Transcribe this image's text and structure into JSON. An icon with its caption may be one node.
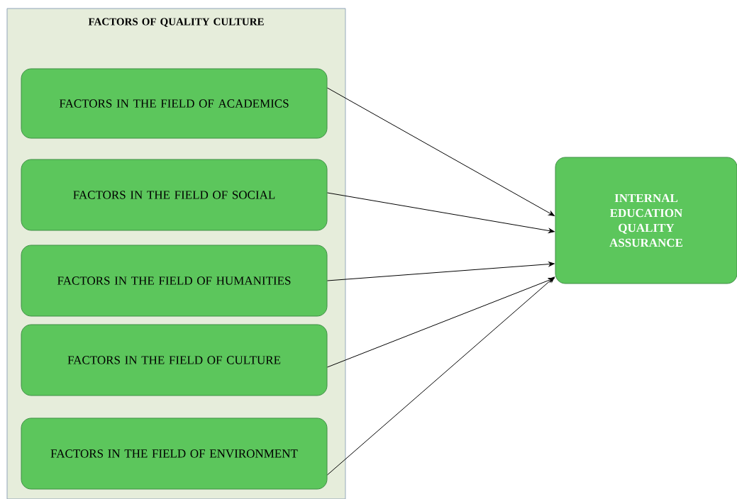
{
  "diagram": {
    "nodes": [
      {
        "text": [
          "FACTORS OF QUALITY CULTURE"
        ]
      },
      {
        "text": [
          "FACTORS IN THE FIELD OF ACADEMICS"
        ],
        "in": 0
      },
      {
        "text": [
          "FACTORS IN THE FIELD OF SOCIAL"
        ],
        "in": 0
      },
      {
        "text": [
          "FACTORS IN THE FIELD OF HUMANITIES"
        ],
        "in": 0
      },
      {
        "text": [
          "FACTORS IN THE FIELD OF CULTURE"
        ],
        "in": 0
      },
      {
        "text": [
          "FACTORS IN THE FIELD OF ENVIRONMENT"
        ],
        "in": 0
      },
      {
        "text": [
          "INTERNAL EDUCATION QUALITY ASSURANCE"
        ]
      }
    ],
    "edges": [
      {
        "from": 1,
        "to": 6,
        "arrow": "to"
      },
      {
        "from": 2,
        "to": 6,
        "arrow": "to"
      },
      {
        "from": 3,
        "to": 6,
        "arrow": "to"
      },
      {
        "from": 4,
        "to": 6,
        "arrow": "to"
      },
      {
        "from": 5,
        "to": 6,
        "arrow": "to"
      }
    ]
  }
}
